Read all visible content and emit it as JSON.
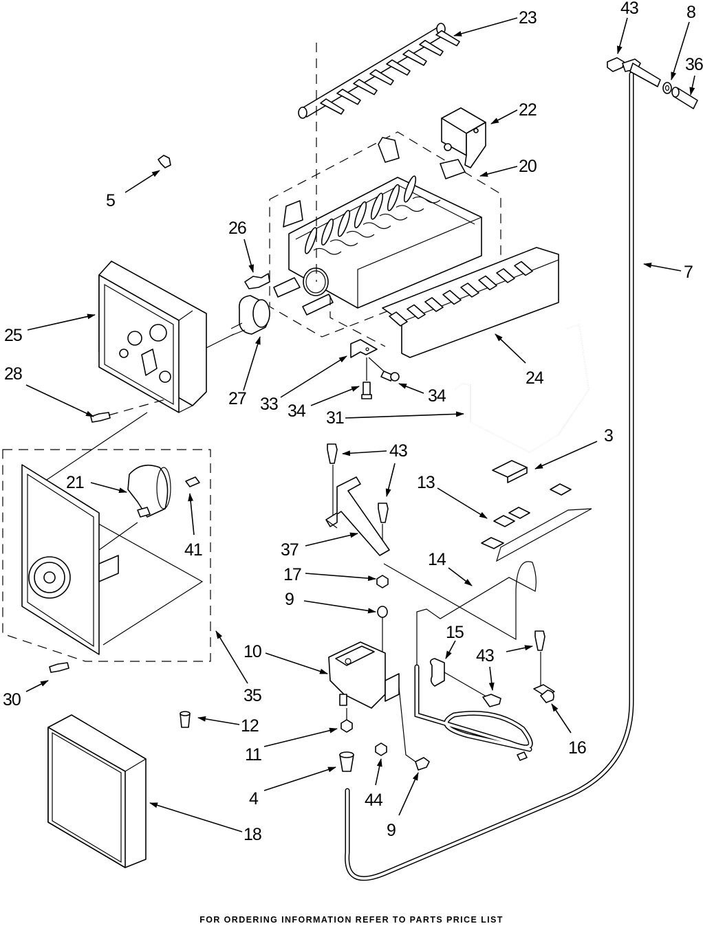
{
  "diagram": {
    "title": "Icemaker parts exploded view",
    "callouts": [
      {
        "id": "c23",
        "label": "23",
        "part": "ejector-blade"
      },
      {
        "id": "c43a",
        "label": "43",
        "part": "screw"
      },
      {
        "id": "c8",
        "label": "8",
        "part": "washer"
      },
      {
        "id": "c36",
        "label": "36",
        "part": "fill-tube-fitting"
      },
      {
        "id": "c22",
        "label": "22",
        "part": "fill-cup"
      },
      {
        "id": "c20",
        "label": "20",
        "part": "icemaker-mold"
      },
      {
        "id": "c5",
        "label": "5",
        "part": "clip"
      },
      {
        "id": "c26",
        "label": "26",
        "part": "clip"
      },
      {
        "id": "c7",
        "label": "7",
        "part": "water-tube"
      },
      {
        "id": "c25",
        "label": "25",
        "part": "control-housing"
      },
      {
        "id": "c28",
        "label": "28",
        "part": "screw"
      },
      {
        "id": "c27",
        "label": "27",
        "part": "thermostat"
      },
      {
        "id": "c33",
        "label": "33",
        "part": "bracket"
      },
      {
        "id": "c34a",
        "label": "34",
        "part": "screw"
      },
      {
        "id": "c34b",
        "label": "34",
        "part": "screw"
      },
      {
        "id": "c24",
        "label": "24",
        "part": "stripper"
      },
      {
        "id": "c31",
        "label": "31",
        "part": "shutoff-arm"
      },
      {
        "id": "c3",
        "label": "3",
        "part": "connector"
      },
      {
        "id": "c43b",
        "label": "43",
        "part": "screw"
      },
      {
        "id": "c43c",
        "label": "43",
        "part": "screw"
      },
      {
        "id": "c13",
        "label": "13",
        "part": "wire-harness"
      },
      {
        "id": "c21",
        "label": "21",
        "part": "motor"
      },
      {
        "id": "c41",
        "label": "41",
        "part": "screw"
      },
      {
        "id": "c37",
        "label": "37",
        "part": "valve-bracket"
      },
      {
        "id": "c17",
        "label": "17",
        "part": "nut"
      },
      {
        "id": "c14",
        "label": "14",
        "part": "water-tube"
      },
      {
        "id": "c9a",
        "label": "9",
        "part": "ferrule"
      },
      {
        "id": "c10",
        "label": "10",
        "part": "water-valve"
      },
      {
        "id": "c15",
        "label": "15",
        "part": "clamp"
      },
      {
        "id": "c43d",
        "label": "43",
        "part": "screw"
      },
      {
        "id": "c30",
        "label": "30",
        "part": "screw"
      },
      {
        "id": "c35",
        "label": "35",
        "part": "module-assembly"
      },
      {
        "id": "c12",
        "label": "12",
        "part": "wire-nut"
      },
      {
        "id": "c11",
        "label": "11",
        "part": "nut"
      },
      {
        "id": "c16",
        "label": "16",
        "part": "clamp"
      },
      {
        "id": "c4",
        "label": "4",
        "part": "insert"
      },
      {
        "id": "c44",
        "label": "44",
        "part": "nut"
      },
      {
        "id": "c9b",
        "label": "9",
        "part": "screw"
      },
      {
        "id": "c18",
        "label": "18",
        "part": "cover"
      }
    ]
  },
  "footer": {
    "text": "FOR ORDERING INFORMATION REFER TO PARTS PRICE LIST"
  }
}
